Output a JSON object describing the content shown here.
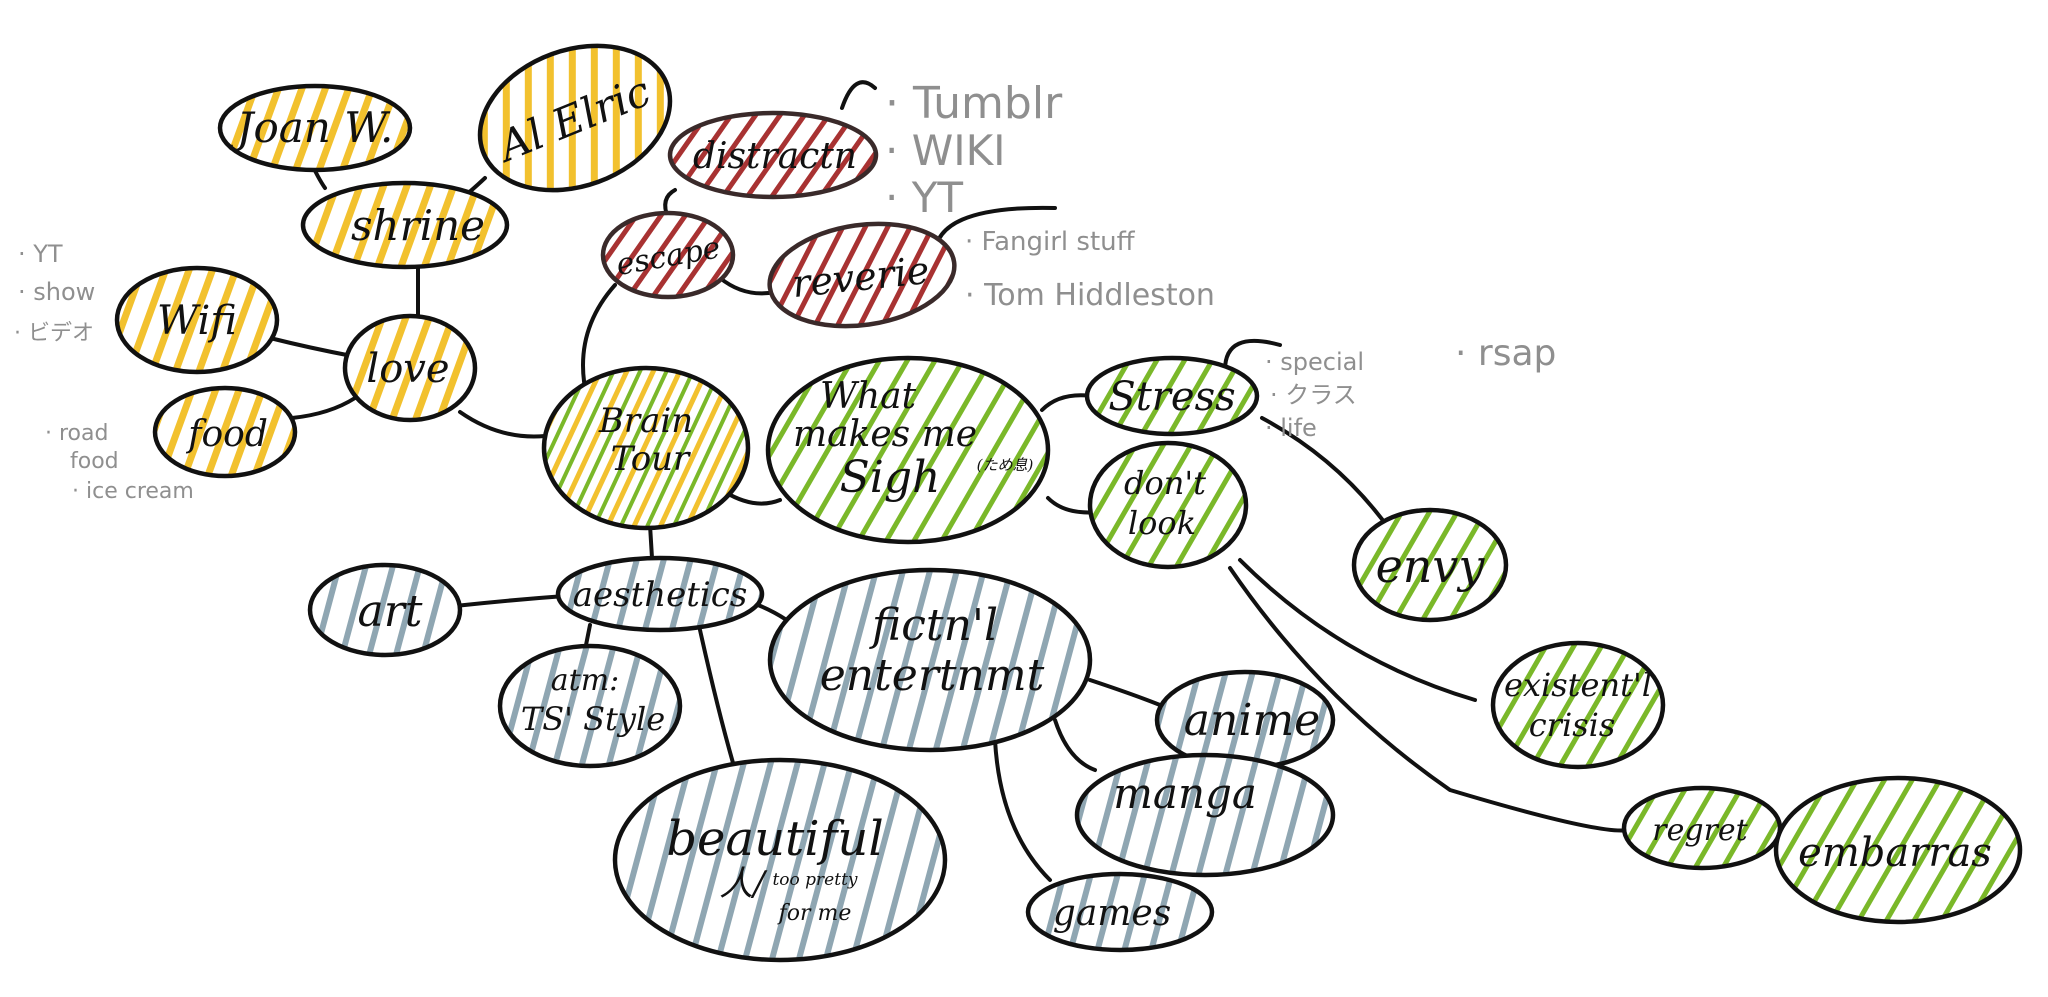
{
  "colors": {
    "yellow": "#f2c12e",
    "red": "#a83232",
    "green": "#7ab829",
    "blue": "#8fa6b2",
    "ink": "#111111",
    "note_gray": "#8f8f8f"
  },
  "nodes": {
    "joan": {
      "label": "Joan W.",
      "color": "yellow"
    },
    "al_elric": {
      "label": "Al Elric",
      "color": "yellow"
    },
    "shrine": {
      "label": "shrine",
      "color": "yellow"
    },
    "wifi": {
      "label": "Wifi",
      "color": "yellow"
    },
    "food": {
      "label": "food",
      "color": "yellow"
    },
    "love": {
      "label": "love",
      "color": "yellow"
    },
    "brain_tour": {
      "label_line1": "Brain",
      "label_line2": "Tour",
      "colors": [
        "yellow",
        "green"
      ]
    },
    "distraction": {
      "label": "distractn",
      "color": "red"
    },
    "escape": {
      "label": "escape",
      "color": "red"
    },
    "reverie": {
      "label": "reverie",
      "color": "red"
    },
    "what_makes_me_sigh": {
      "label_line1": "What",
      "label_line2": "makes me",
      "label_line3": "Sigh",
      "label_small": "(ため息)",
      "color": "green"
    },
    "stress": {
      "label": "Stress",
      "color": "green"
    },
    "dont_look": {
      "label_line1": "don't",
      "label_line2": "look",
      "color": "green"
    },
    "envy": {
      "label": "envy",
      "color": "green"
    },
    "existential_crisis": {
      "label_line1": "existent'l",
      "label_line2": "crisis",
      "color": "green"
    },
    "regret": {
      "label": "regret",
      "color": "green"
    },
    "embarrass": {
      "label": "embarras",
      "color": "green"
    },
    "art": {
      "label": "art",
      "color": "blue"
    },
    "aesthetics": {
      "label": "aesthetics",
      "color": "blue"
    },
    "atm": {
      "label_line1": "atm:",
      "label_line2": "TS' Style",
      "color": "blue"
    },
    "beautiful": {
      "label": "beautiful",
      "label_small_1": "too pretty",
      "label_small_2": "for me",
      "color": "blue"
    },
    "fictional_entertainment": {
      "label_line1": "fictn'l",
      "label_line2": "entertnmt",
      "color": "blue"
    },
    "anime": {
      "label": "anime",
      "color": "blue"
    },
    "manga": {
      "label": "manga",
      "color": "blue"
    },
    "games": {
      "label": "games",
      "color": "blue"
    }
  },
  "notes": {
    "distraction_notes": [
      "· Tumblr",
      "· WIKI",
      "· YT"
    ],
    "reverie_notes": [
      "· Fangirl stuff",
      "· Tom Hiddleston"
    ],
    "stress_notes": [
      "· special",
      "· クラス",
      "· life"
    ],
    "wifi_notes": [
      "· YT",
      "· show",
      "· ビデオ"
    ],
    "food_notes": [
      "· road",
      "  food",
      "· ice cream"
    ],
    "rsap": "· rsap"
  }
}
